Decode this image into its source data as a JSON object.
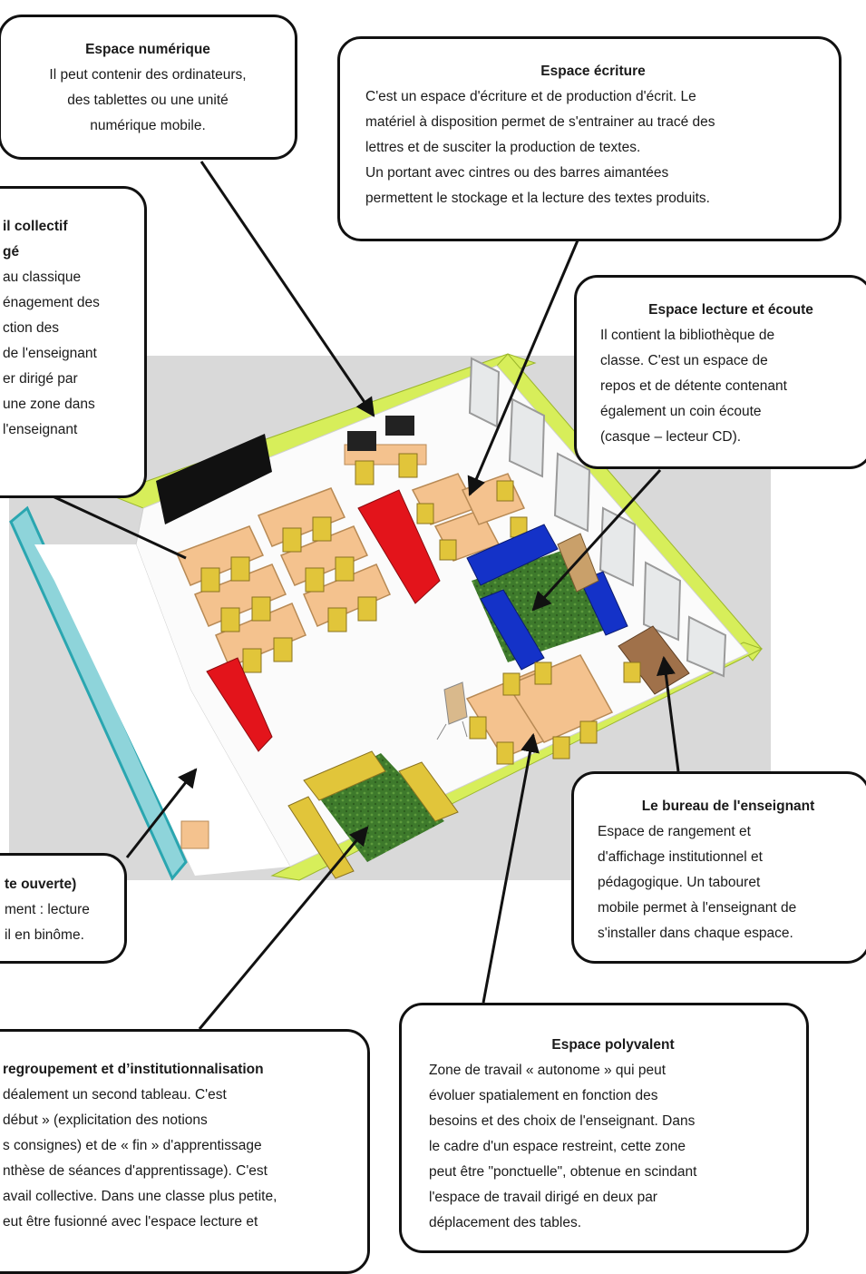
{
  "callouts": {
    "numerique": {
      "title": "Espace numérique",
      "lines": [
        "Il peut contenir des ordinateurs,",
        "des tablettes ou une unité",
        "numérique mobile."
      ]
    },
    "ecriture": {
      "title": "Espace écriture",
      "lines": [
        "C'est un espace d'écriture et de production d'écrit. Le",
        "matériel à disposition permet de s'entrainer au tracé des",
        "lettres et de susciter la production de textes.",
        "Un portant avec cintres ou des barres aimantées",
        "permettent le stockage et la lecture des textes produits."
      ]
    },
    "collectif": {
      "title_lines": [
        "il collectif",
        "gé"
      ],
      "lines": [
        "au classique",
        "énagement des",
        "ction des",
        "de l'enseignant",
        "er dirigé par",
        "une zone dans",
        "l'enseignant"
      ]
    },
    "lecture": {
      "title": "Espace lecture et écoute",
      "lines": [
        "Il contient la bibliothèque de",
        "classe. C'est un espace de",
        "repos et de détente contenant",
        "également un coin écoute",
        "(casque – lecteur CD)."
      ]
    },
    "porte": {
      "title": "te ouverte)",
      "lines": [
        "ment : lecture",
        "il en binôme."
      ]
    },
    "bureau": {
      "title": "Le bureau de l'enseignant",
      "lines": [
        "Espace de rangement et",
        "d'affichage institutionnel et",
        "pédagogique. Un tabouret",
        "mobile permet à l'enseignant de",
        "s'installer dans chaque espace."
      ]
    },
    "regroupement": {
      "title": "regroupement et d’institutionnalisation",
      "lines": [
        "déalement un second tableau. C'est",
        "début » (explicitation des notions",
        "s consignes) et de « fin » d'apprentissage",
        "nthèse de séances d'apprentissage). C'est",
        "avail collective. Dans une classe plus petite,",
        "eut être fusionné avec l'espace lecture et"
      ]
    },
    "polyvalent": {
      "title": "Espace polyvalent",
      "lines": [
        "Zone de travail « autonome » qui peut",
        "évoluer spatialement en fonction des",
        "besoins et des choix de l'enseignant. Dans",
        "le cadre d'un espace restreint, cette zone",
        "peut être \"ponctuelle\", obtenue en scindant",
        "l'espace de travail dirigé en deux par",
        "déplacement des tables."
      ]
    }
  },
  "colors": {
    "wall_green": "#d7ee5a",
    "floor": "#fbfbfb",
    "table": "#f4c28e",
    "chair": "#e1c53a",
    "red_furniture": "#e3141b",
    "blue_sofa": "#1432c8",
    "rug": "#3e7a2c",
    "board": "#111111",
    "outer_floor": "#d9d9d9"
  }
}
